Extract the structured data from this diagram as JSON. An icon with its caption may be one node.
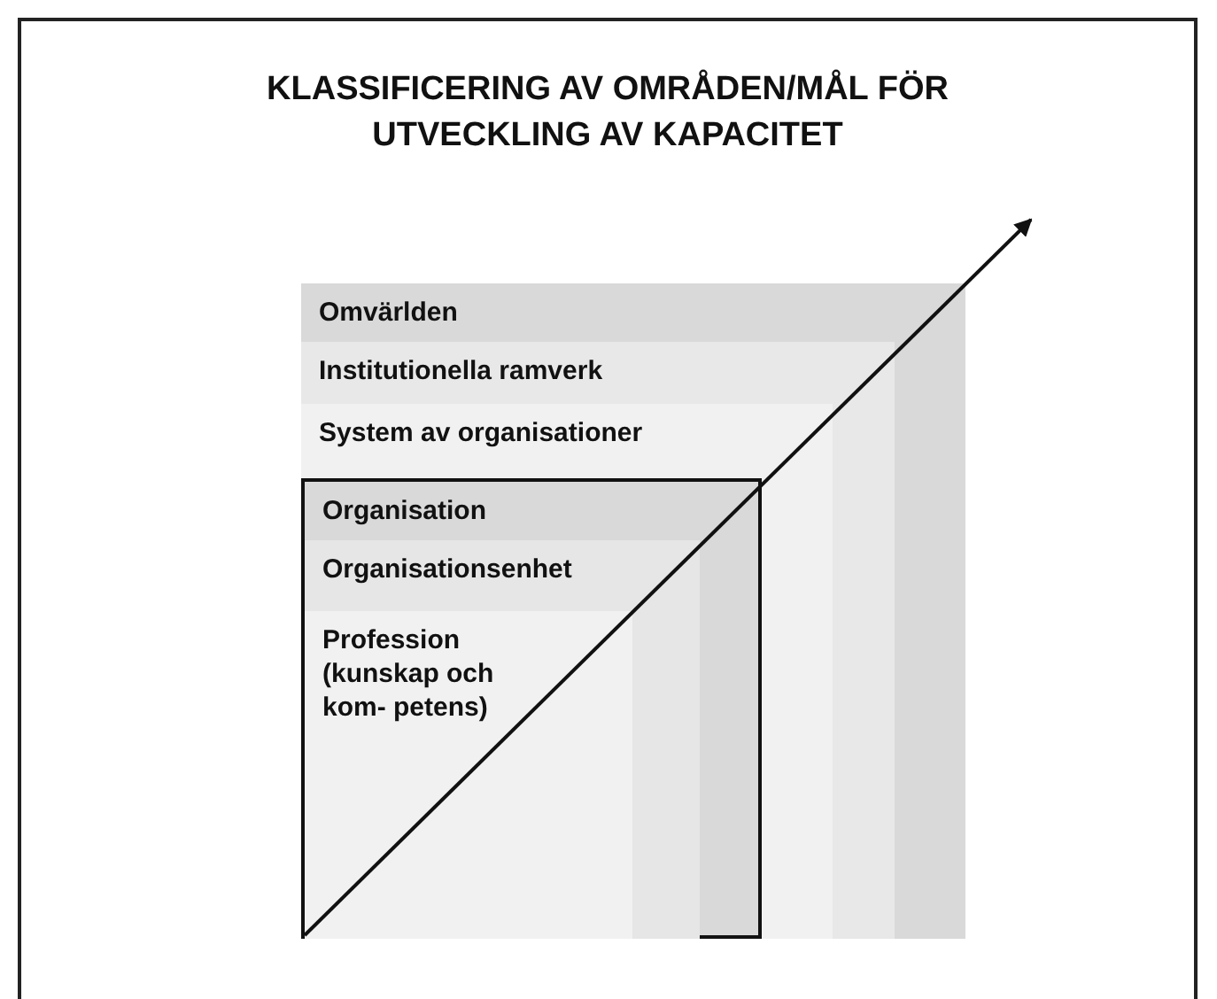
{
  "diagram": {
    "title": "KLASSIFICERING AV OMRÅDEN/MÅL FÖR UTVECKLING AV KAPACITET",
    "nodes": [
      {
        "text": [
          "Omvärlden"
        ]
      },
      {
        "text": [
          "Institutionella ramverk"
        ],
        "in": 0
      },
      {
        "text": [
          "System av organisationer"
        ],
        "in": 1
      },
      {
        "text": [
          "Organisation"
        ],
        "in": 2
      },
      {
        "text": [
          "Organisationsenhet"
        ],
        "in": 3
      },
      {
        "text": [
          "Profession (kunskap och kom- petens)"
        ],
        "in": 4
      }
    ],
    "edges": []
  }
}
